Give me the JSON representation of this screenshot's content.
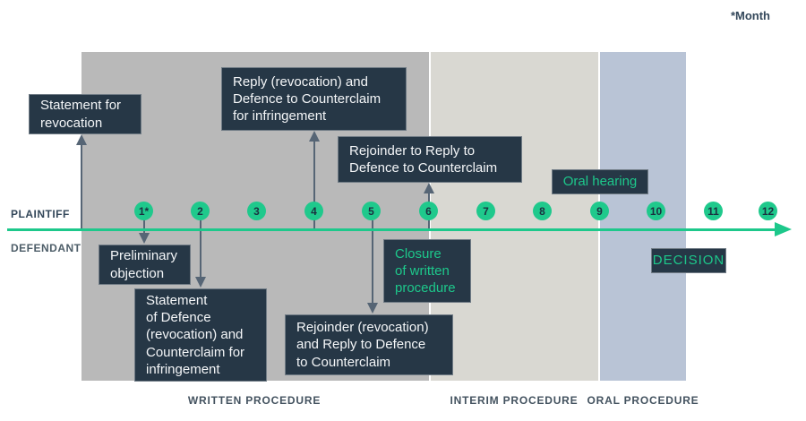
{
  "note": "*Month",
  "labels": {
    "plaintiff": "PLAINTIFF",
    "defendant": "DEFENDANT"
  },
  "months": [
    "1*",
    "2",
    "3",
    "4",
    "5",
    "6",
    "7",
    "8",
    "9",
    "10",
    "11",
    "12"
  ],
  "phases": {
    "written": "WRITTEN PROCEDURE",
    "interim": "INTERIM PROCEDURE",
    "oral": "ORAL PROCEDURE"
  },
  "events": {
    "statement_for_revocation": "Statement for\nrevocation",
    "reply_revocation": "Reply (revocation) and\nDefence to Counterclaim\nfor infringement",
    "rejoinder_to_reply": "Rejoinder to Reply to\nDefence to Counterclaim",
    "oral_hearing": "Oral hearing",
    "preliminary_objection": "Preliminary\nobjection",
    "statement_of_defence": "Statement\nof Defence\n(revocation) and\nCounterclaim for\ninfringement",
    "rejoinder_revocation": "Rejoinder (revocation)\nand Reply to Defence\nto Counterclaim",
    "closure_written_procedure": "Closure\nof written\nprocedure",
    "decision": "DECISION"
  },
  "colors": {
    "accent_green": "#1dc88b",
    "box_navy": "#263746",
    "zone_written": "#b9b9b9",
    "zone_interim": "#d9d8d2",
    "zone_oral": "#b9c4d6",
    "connector_gray": "#566575"
  }
}
